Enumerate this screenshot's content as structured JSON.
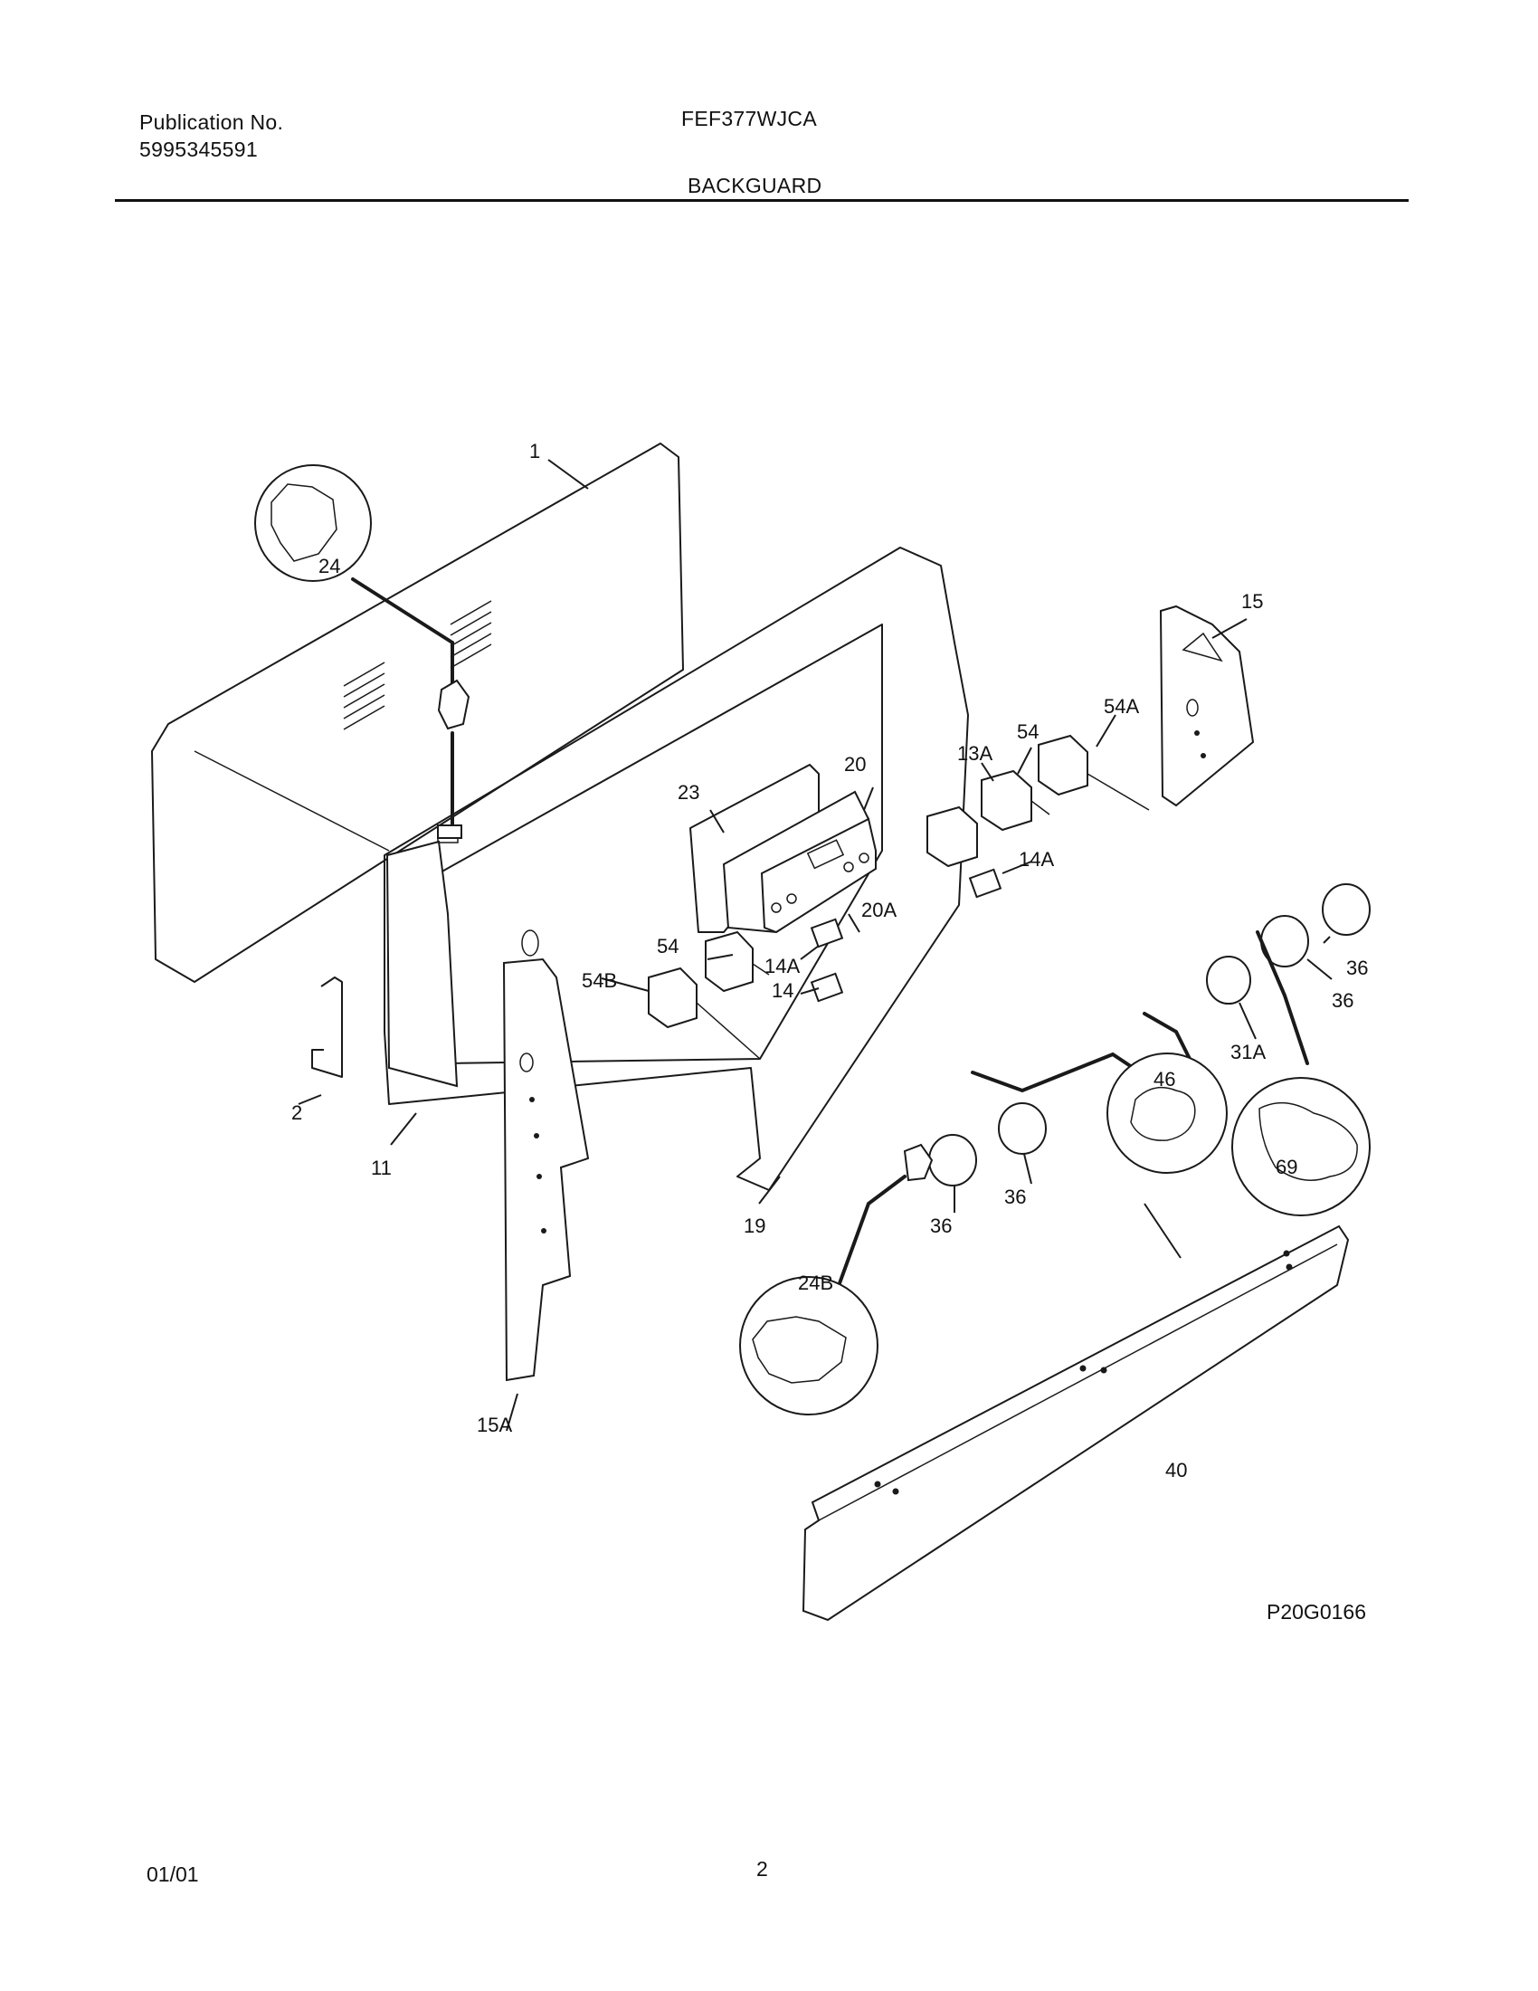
{
  "header": {
    "publication_label": "Publication No.",
    "publication_number": "5995345591",
    "model": "FEF377WJCA",
    "section": "BACKGUARD"
  },
  "diagram": {
    "figure_code": "P20G0166",
    "callouts": {
      "c1": "1",
      "c2": "2",
      "c11": "11",
      "c13A": "13A",
      "c14": "14",
      "c14A_left": "14A",
      "c14A_right": "14A",
      "c15": "15",
      "c15A": "15A",
      "c19": "19",
      "c20": "20",
      "c20A": "20A",
      "c23": "23",
      "c24": "24",
      "c24B": "24B",
      "c31A": "31A",
      "c36_a": "36",
      "c36_b": "36",
      "c36_c": "36",
      "c36_d": "36",
      "c40": "40",
      "c46": "46",
      "c54_left": "54",
      "c54_right": "54",
      "c54A": "54A",
      "c54B": "54B",
      "c69": "69"
    }
  },
  "footer": {
    "date": "01/01",
    "page": "2"
  }
}
